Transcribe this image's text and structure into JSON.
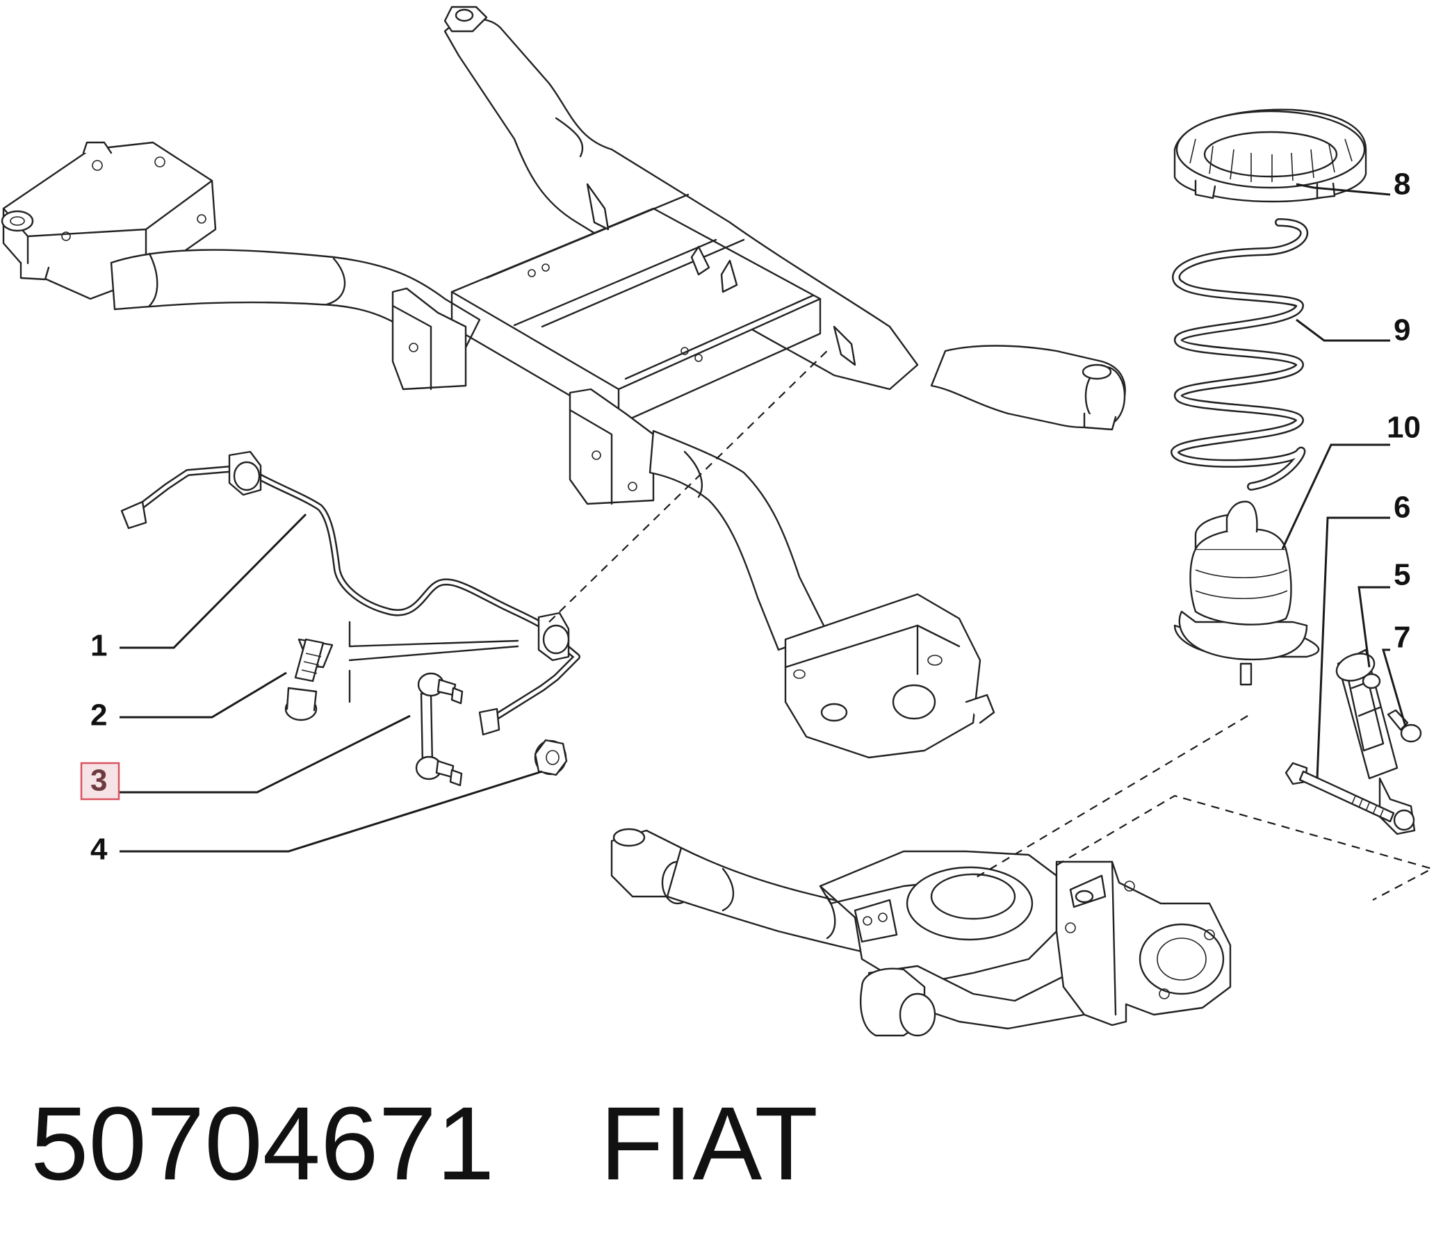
{
  "callouts": [
    {
      "label": "1"
    },
    {
      "label": "2"
    },
    {
      "label": "3",
      "highlighted": true
    },
    {
      "label": "4"
    },
    {
      "label": "5"
    },
    {
      "label": "6"
    },
    {
      "label": "7"
    },
    {
      "label": "8"
    },
    {
      "label": "9"
    },
    {
      "label": "10"
    }
  ],
  "footer": {
    "part_number": "50704671",
    "brand": "FIAT"
  },
  "colors": {
    "line": "#222222",
    "highlight_fill": "#f6e3e6",
    "highlight_border": "#d9525f"
  }
}
